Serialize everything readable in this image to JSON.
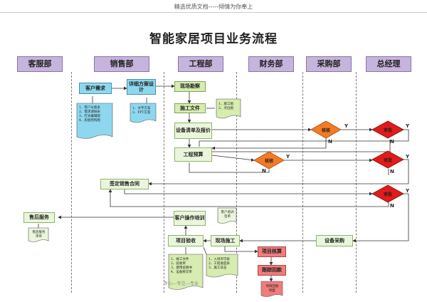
{
  "header": "精选优质文档-----倾情为你奉上",
  "title": "智能家居项目业务流程",
  "departments": [
    "客服部",
    "销售部",
    "工程部",
    "财务部",
    "采购部",
    "总经理"
  ],
  "nodes": {
    "customer_demand": "客户需求",
    "detailed_design": "详细方案设计",
    "site_survey": "现场勘察",
    "construction_docs": "施工文件",
    "equipment_quote": "设备清单及报价",
    "project_budget": "工程预算",
    "sign_contract": "签定销售合同",
    "customer_training": "客户操作培训",
    "acceptance": "项目验收",
    "site_construction": "现场施工",
    "equipment_purchase": "设备采购",
    "project_audit": "项目核算",
    "payment_followup": "跟踪回款",
    "after_sales": "售后服务"
  },
  "decisions": {
    "purchase_review": "核核",
    "finance_review": "核核",
    "gm_approve_1": "审批",
    "gm_approve_2": "审批",
    "gm_approve_3": "审批"
  },
  "yn": {
    "y": "Y",
    "n": "N"
  },
  "docs": {
    "customer_docs": [
      "1、客户分类表",
      "2、需求调研表",
      "3、打光编辑图",
      "4、房屋结构图"
    ],
    "design_docs": [
      "1、文字方案",
      "2、PPT方案"
    ],
    "construction_docs_list": [
      "1、施工图",
      "2、点位图"
    ],
    "acceptance_docs": [
      "1、竣工文件",
      "2、验收单",
      "3、使用说明书",
      "4、设备移交单"
    ],
    "construction_site_docs": [
      "1、入场许可表",
      "2、工程进度表",
      "3、施工日志"
    ],
    "training_doc": [
      "客户培训",
      "签单"
    ],
    "after_sales_doc": [
      "售后服务",
      "单单"
    ],
    "followup_doc": [
      "项目回款",
      "制度"
    ]
  },
  "footer": "专心---专注---专业"
}
